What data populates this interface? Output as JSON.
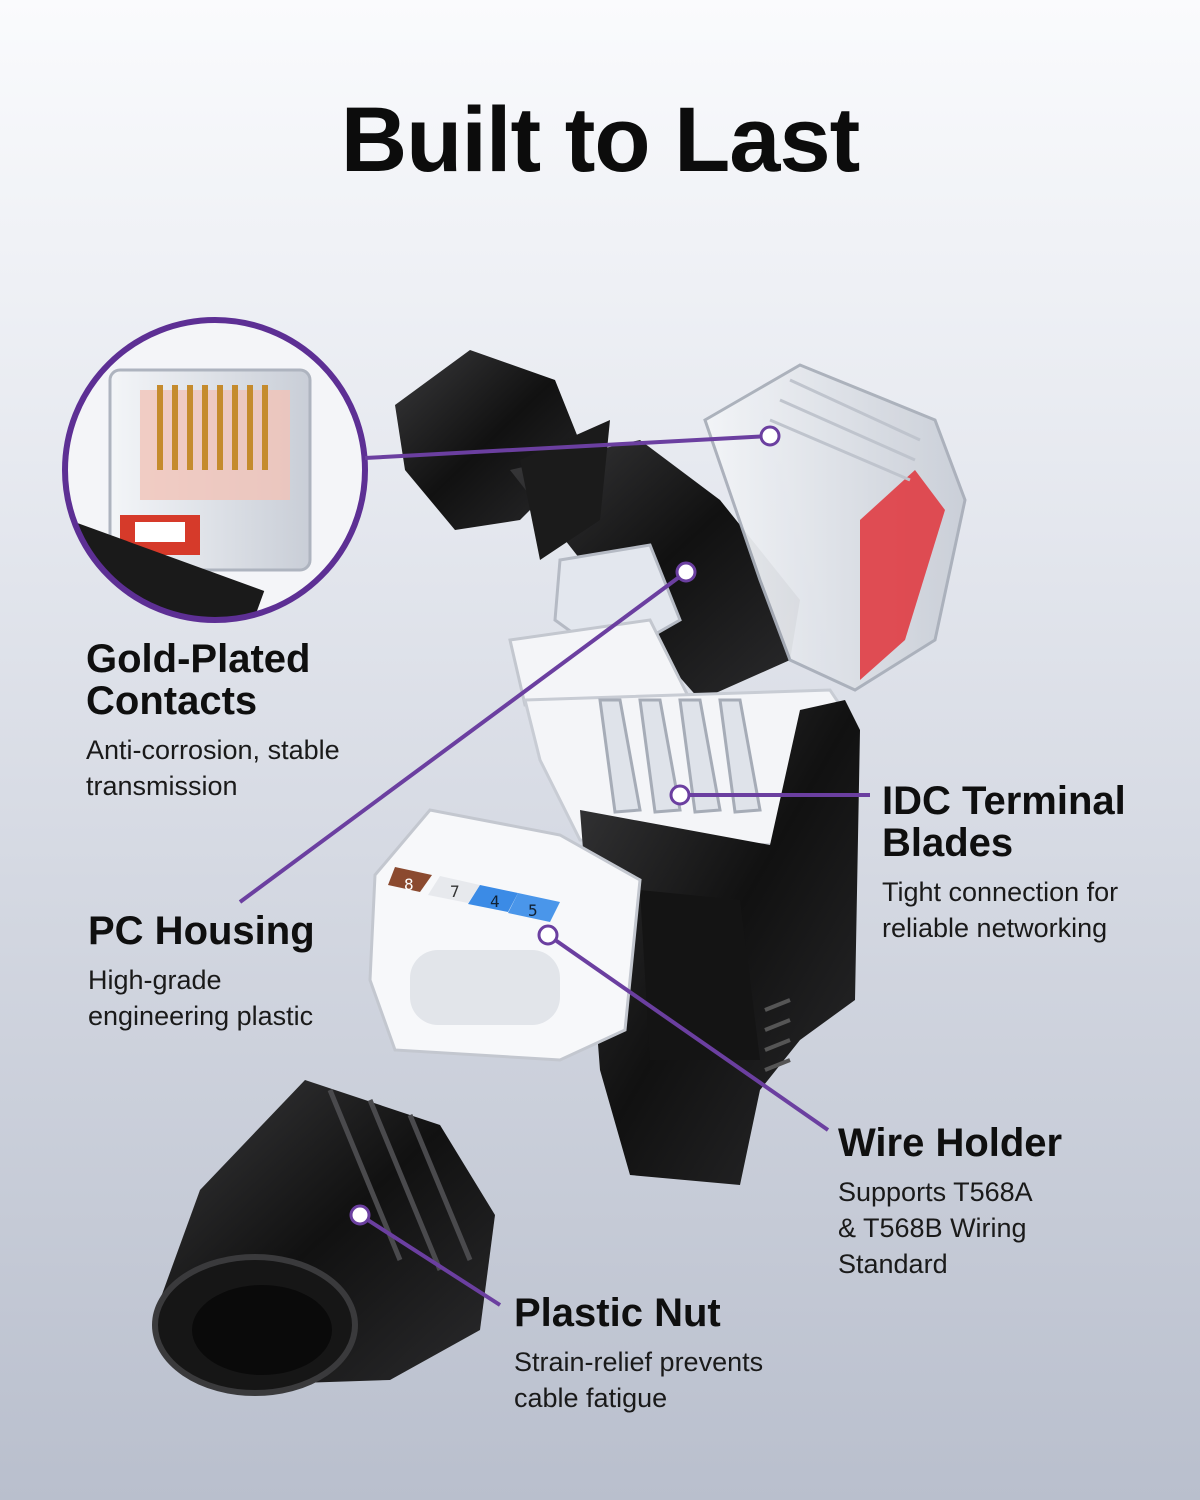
{
  "title": "Built to Last",
  "accent_color": "#6b3fa0",
  "features": {
    "gold_contacts": {
      "heading_line1": "Gold-Plated",
      "heading_line2": "Contacts",
      "desc_line1": "Anti-corrosion, stable",
      "desc_line2": "transmission"
    },
    "idc_blades": {
      "heading_line1": "IDC Terminal",
      "heading_line2": "Blades",
      "desc_line1": "Tight connection for",
      "desc_line2": "reliable networking"
    },
    "pc_housing": {
      "heading": "PC Housing",
      "desc_line1": "High-grade",
      "desc_line2": "engineering plastic"
    },
    "wire_holder": {
      "heading": "Wire Holder",
      "desc_line1": "Supports T568A",
      "desc_line2": "& T568B Wiring",
      "desc_line3": "Standard"
    },
    "plastic_nut": {
      "heading": "Plastic Nut",
      "desc_line1": "Strain-relief prevents",
      "desc_line2": "cable fatigue"
    }
  },
  "wire_holder_numbers": {
    "n8": "8",
    "n7": "7",
    "n4": "4",
    "n5": "5"
  }
}
